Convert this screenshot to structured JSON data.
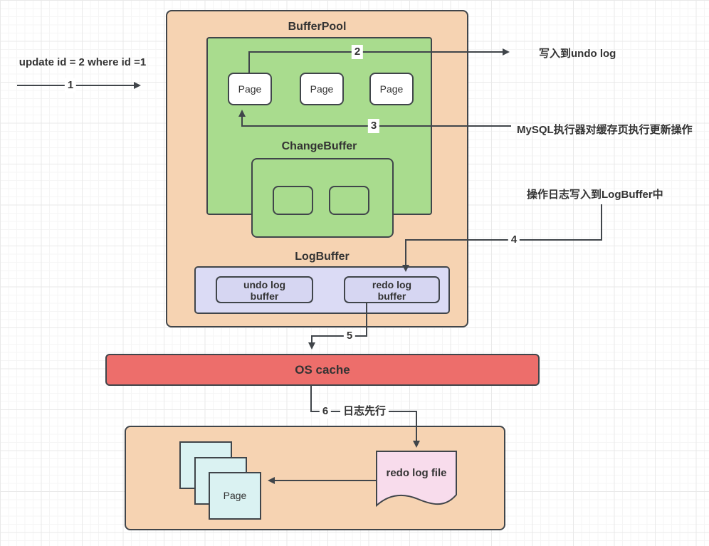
{
  "colors": {
    "container_orange": "#F6D3B2",
    "green": "#A9DC8E",
    "lavender": "#DBDBF5",
    "lavender_inner": "#D6D6F2",
    "red": "#ED6E6B",
    "cyan": "#DAF2F2",
    "pink": "#F8DCEC",
    "border": "#40454A",
    "text": "#333333"
  },
  "query": {
    "text": "update id = 2 where id =1"
  },
  "steps": {
    "s1": "1",
    "s2": "2",
    "s3": "3",
    "s4": "4",
    "s5": "5",
    "s6": "6"
  },
  "buffer_pool": {
    "title": "BufferPool",
    "pages": [
      "Page",
      "Page",
      "Page"
    ],
    "change_buffer": {
      "title": "ChangeBuffer"
    },
    "log_buffer": {
      "title": "LogBuffer",
      "undo": {
        "line1": "undo log",
        "line2": "buffer"
      },
      "redo": {
        "line1": "redo log",
        "line2": "buffer"
      }
    }
  },
  "annotations": {
    "write_undo_log": "写入到undo log",
    "executor_update": "MySQL执行器对缓存页执行更新操作",
    "log_to_logbuffer": "操作日志写入到LogBuffer中",
    "write_ahead_log": "日志先行"
  },
  "os_cache": {
    "label": "OS cache"
  },
  "disk": {
    "page_label": "Page",
    "redo_log_file": "redo log file"
  }
}
